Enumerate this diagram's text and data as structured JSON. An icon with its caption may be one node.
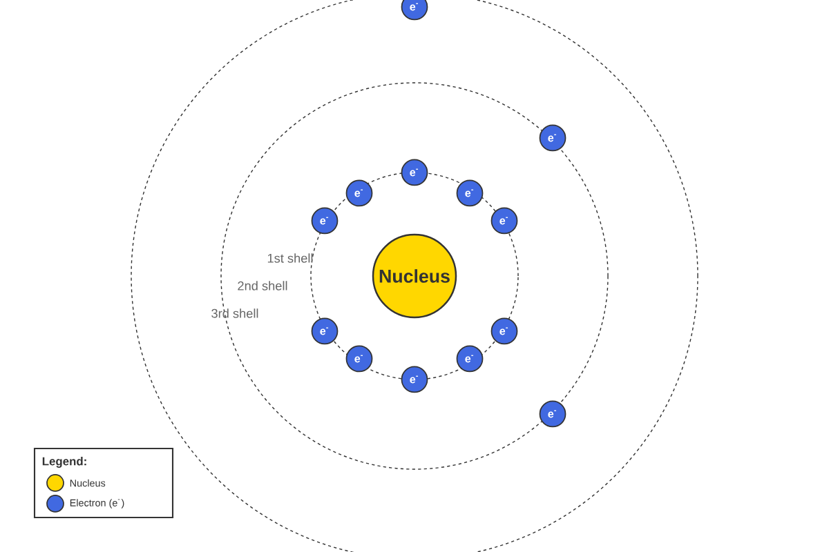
{
  "diagram": {
    "nodes": [
      {
        "text": [
          "e$^{-}$"
        ]
      },
      {
        "text": [
          "e$^{-}$"
        ]
      },
      {
        "text": [
          "e$^{-}$"
        ]
      },
      {
        "text": [
          "e$^{-}$"
        ]
      },
      {
        "text": [
          "e$^{-}$"
        ]
      },
      {
        "text": [
          "e$^{-}$"
        ]
      },
      {
        "text": [
          "e$^{-}$"
        ]
      },
      {
        "text": [
          "Nucleus"
        ]
      },
      {
        "text": [
          "e$^{-}$"
        ]
      },
      {
        "text": [
          "e$^{-}$"
        ]
      },
      {
        "text": [
          "e$^{-}$"
        ]
      },
      {
        "text": [
          "e$^{-}$"
        ]
      },
      {
        "text": [
          "e$^{-}$"
        ]
      },
      {
        "text": [
          "e$^{-}$"
        ]
      }
    ],
    "labels": [
      "1st shell",
      "2nd shell",
      "3rd shell",
      "Legend:"
    ],
    "legend": [
      {
        "text": "Nucleus",
        "color": "#ffd700"
      },
      {
        "text": "Electron (e$^{-}$)",
        "color": "#4169e1"
      }
    ]
  }
}
